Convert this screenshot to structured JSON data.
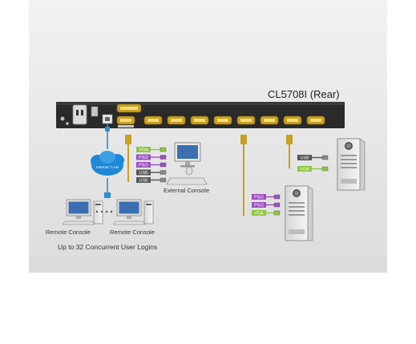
{
  "device": {
    "title": "CL5708I (Rear)",
    "port_count": 8
  },
  "network": {
    "cloud_label": "Internet / LAN",
    "remote_consoles": [
      "Remote Console",
      "Remote Console"
    ],
    "logins_note": "Up to 32 Concurrent User Logins"
  },
  "external_console": {
    "label": "External Console",
    "cables": [
      {
        "label": "VGA",
        "color": "#8dc63f"
      },
      {
        "label": "PS/2",
        "color": "#9b4fc1"
      },
      {
        "label": "PS/2",
        "color": "#9b4fc1"
      },
      {
        "label": "USB",
        "color": "#555555"
      },
      {
        "label": "USB",
        "color": "#555555"
      }
    ]
  },
  "server_ps2": {
    "cables": [
      {
        "label": "PS/2",
        "color": "#9b4fc1"
      },
      {
        "label": "PS/2",
        "color": "#9b4fc1"
      },
      {
        "label": "VGA",
        "color": "#8dc63f"
      }
    ]
  },
  "server_usb": {
    "cables": [
      {
        "label": "USB",
        "color": "#555555"
      },
      {
        "label": "VGA",
        "color": "#8dc63f"
      }
    ]
  },
  "colors": {
    "background_band": "#e8e8e8",
    "device_body": "#2a2a2a",
    "port_gold": "#c9a020",
    "network_line": "#2a8fd0"
  }
}
